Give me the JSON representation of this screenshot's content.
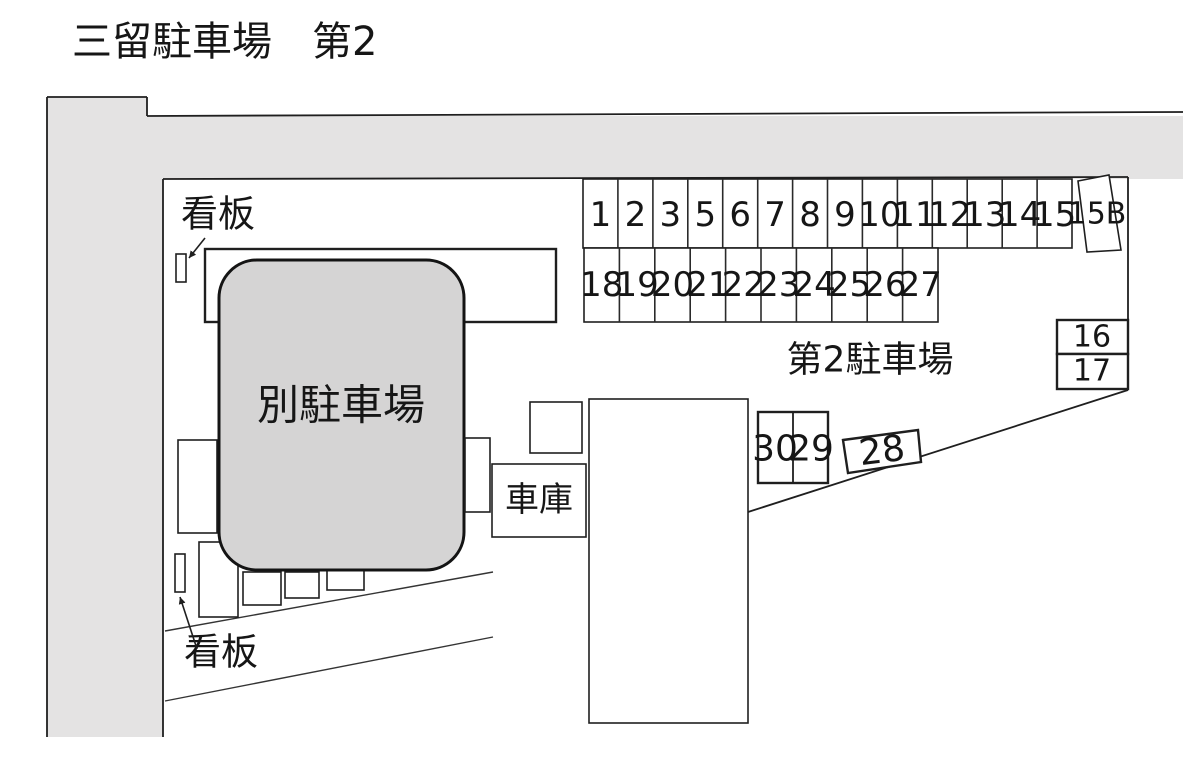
{
  "title": "三留駐車場　第2",
  "labels": {
    "separate_lot": "別駐車場",
    "lot2": "第2駐車場",
    "garage": "車庫",
    "signboard_top": "看板",
    "signboard_bottom": "看板"
  },
  "parking": {
    "row1": [
      "1",
      "2",
      "3",
      "5",
      "6",
      "7",
      "8",
      "9",
      "10",
      "11",
      "12",
      "13",
      "14",
      "15"
    ],
    "row1_tilted": "15B",
    "row2": [
      "18",
      "19",
      "20",
      "21",
      "22",
      "23",
      "24",
      "25",
      "26",
      "27"
    ],
    "right_column": [
      "16",
      "17"
    ],
    "middle_pair": [
      "30",
      "29"
    ],
    "tilted_space": "28"
  },
  "colors": {
    "road": "#e4e3e3",
    "separate_lot_fill": "#d5d4d4",
    "line": "#1f1f1f",
    "background": "#ffffff"
  }
}
